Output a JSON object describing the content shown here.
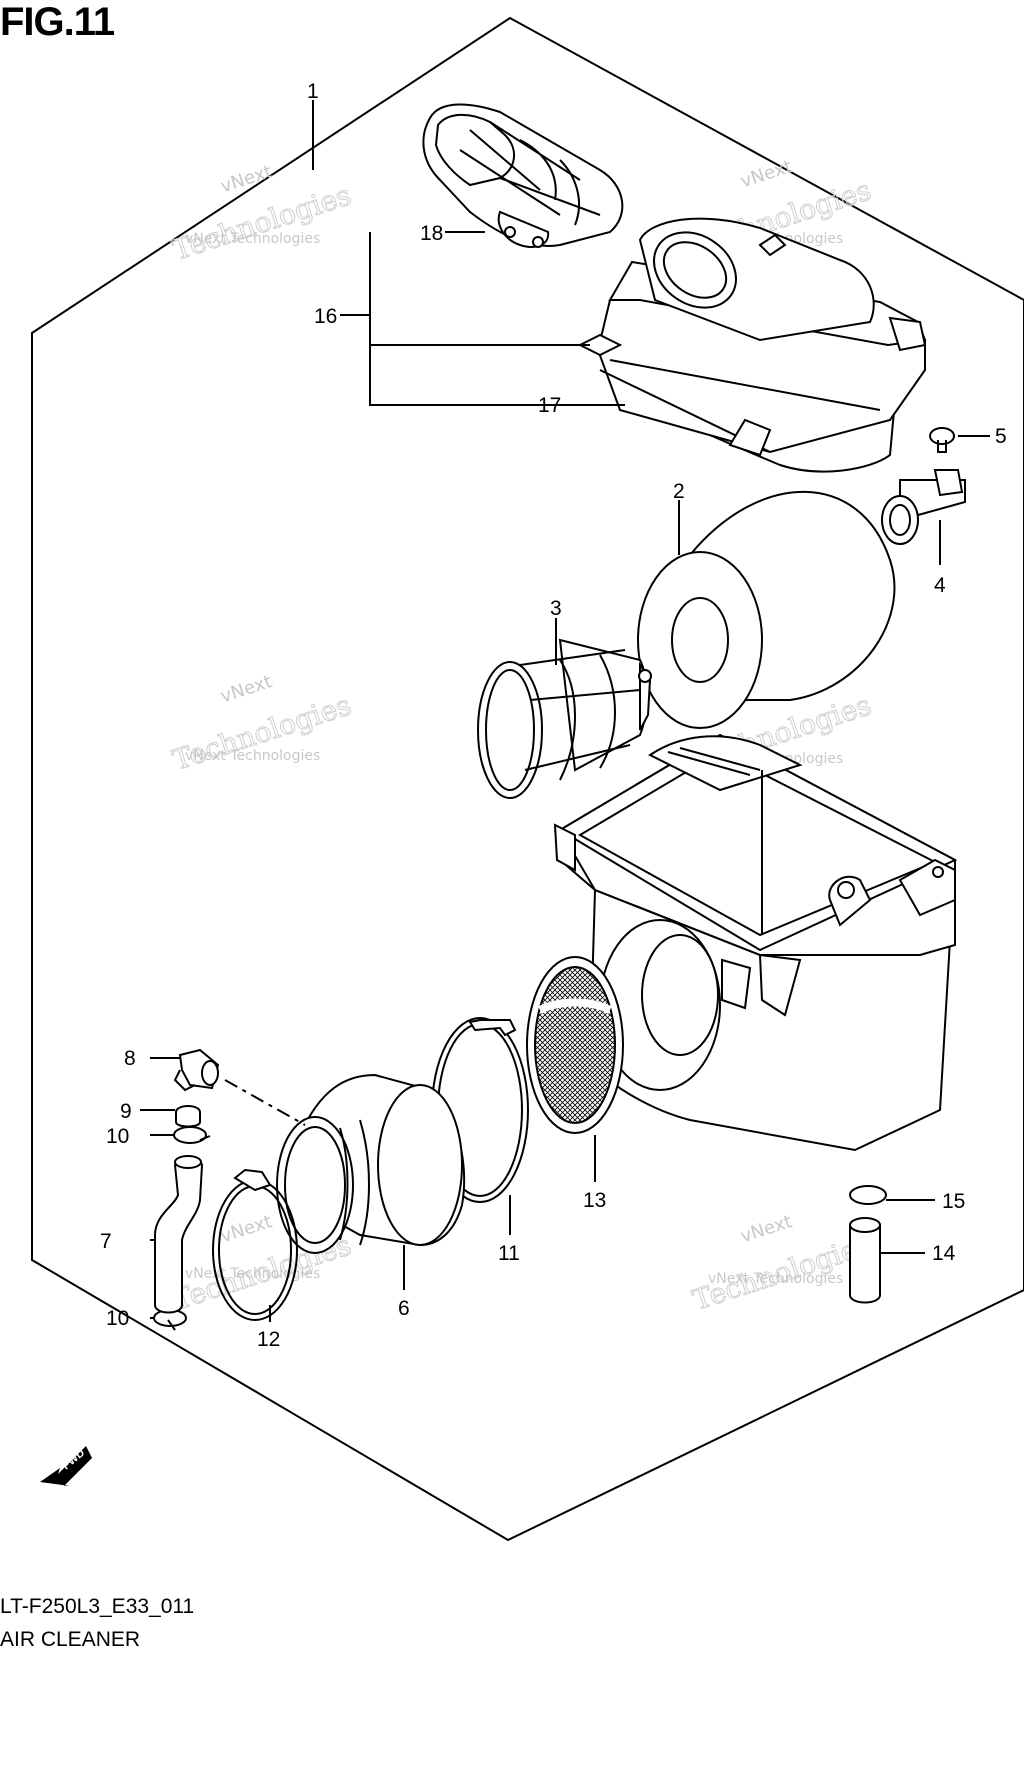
{
  "figure": {
    "title": "FIG.11",
    "code": "LT-F250L3_E33_011",
    "caption": "AIR CLEANER",
    "fwd_label": "FWD"
  },
  "watermark": {
    "line1": "vNext",
    "line2": "vNext Technologies",
    "line3": "Technologies"
  },
  "callouts": {
    "c1": "1",
    "c2": "2",
    "c3": "3",
    "c4": "4",
    "c5": "5",
    "c6": "6",
    "c7": "7",
    "c8": "8",
    "c9": "9",
    "c10a": "10",
    "c10b": "10",
    "c11": "11",
    "c12": "12",
    "c13": "13",
    "c14": "14",
    "c15": "15",
    "c16": "16",
    "c17": "17",
    "c18": "18"
  }
}
